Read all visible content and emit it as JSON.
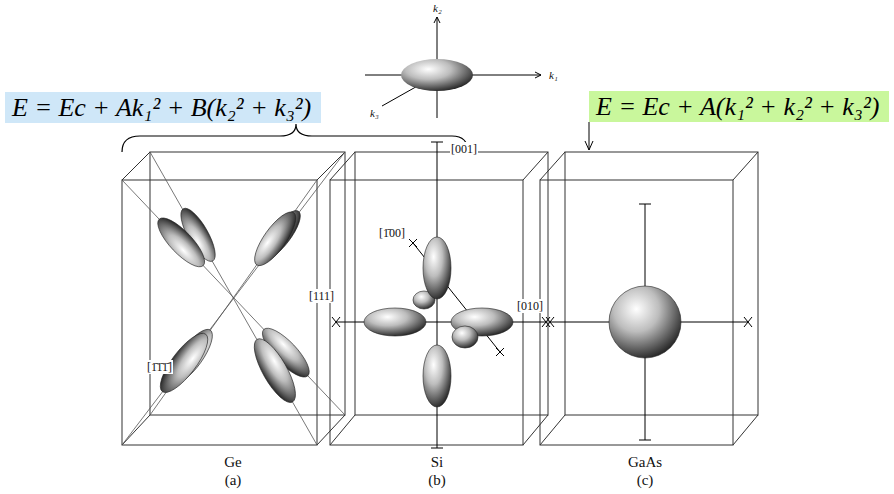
{
  "diagram": {
    "nodes": [
      {
        "text": [
          "E = Ec + Ak₁² + B(k₂² + k₃²)"
        ]
      },
      {
        "text": [
          "E = Ec + A(k₁² + k₂² + k₃²)"
        ]
      },
      {
        "text": [
          "Ge",
          "(a)"
        ]
      },
      {
        "text": [
          "Si",
          "(b)"
        ]
      },
      {
        "text": [
          "GaAs",
          "(c)"
        ]
      }
    ],
    "edges": [
      {
        "from": 1,
        "to": 4,
        "arrow": "to"
      }
    ],
    "labels": [
      "k₂",
      "k₁",
      "k₃",
      "[001]",
      "[1̄00]",
      "[010]",
      "[111]",
      "[1̄1̄1̄]"
    ]
  }
}
